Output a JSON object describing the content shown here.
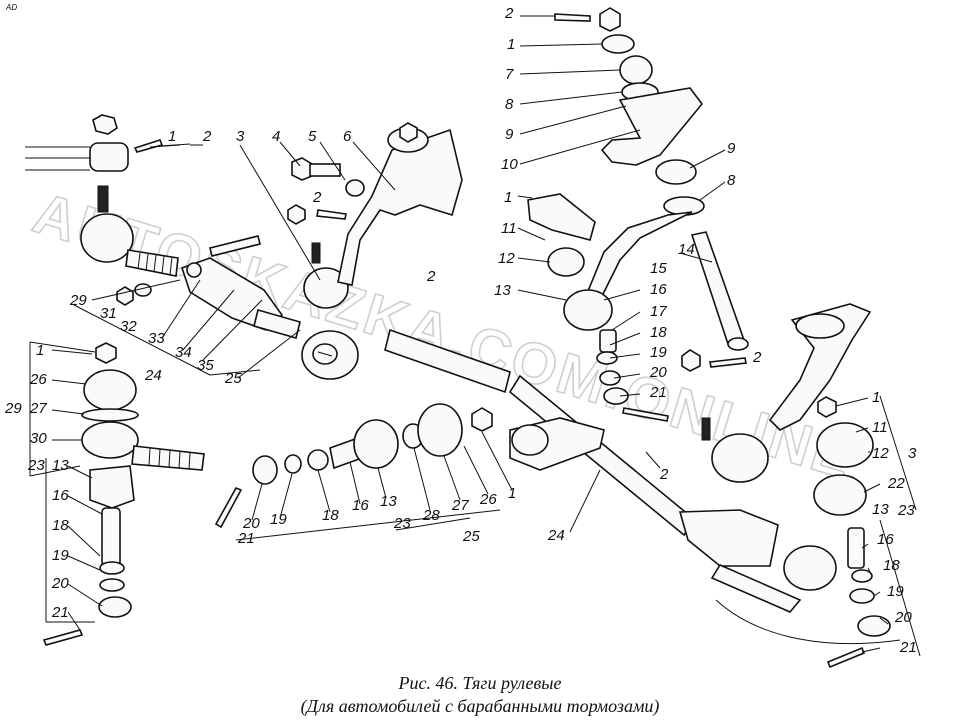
{
  "corner_mark": "AD",
  "watermark": "AUTOSKAZKA.COM.ONLINE",
  "caption": {
    "line1": "Рис. 46. Тяги рулевые",
    "line2": "(Для автомобилей с барабанными тормозами)"
  },
  "callouts": {
    "c1": "1",
    "c2": "2",
    "c3": "3",
    "c4": "4",
    "c5": "5",
    "c6": "6",
    "c7": "7",
    "c8": "8",
    "c9": "9",
    "c10": "10",
    "c11": "11",
    "c12": "12",
    "c13": "13",
    "c14": "14",
    "c15": "15",
    "c16": "16",
    "c17": "17",
    "c18": "18",
    "c19": "19",
    "c20": "20",
    "c21": "21",
    "c22": "22",
    "c23": "23",
    "c24": "24",
    "c25": "25",
    "c26": "26",
    "c27": "27",
    "c28": "28",
    "c29": "29",
    "c30": "30",
    "c31": "31",
    "c32": "32",
    "c33": "33",
    "c34": "34",
    "c35": "35"
  }
}
